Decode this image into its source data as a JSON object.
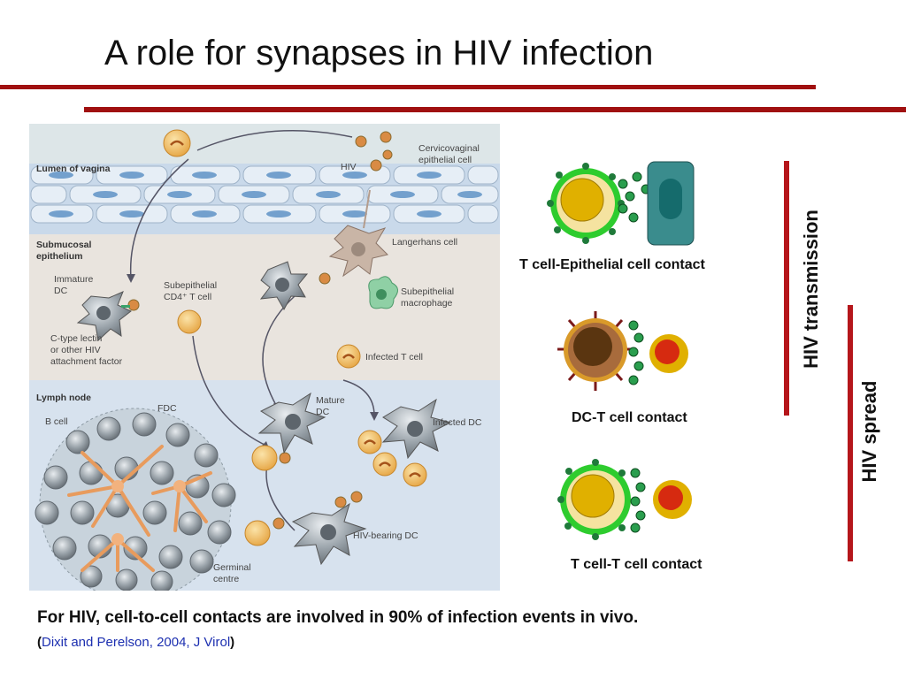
{
  "title": "A role for synapses in HIV infection",
  "diagram": {
    "regions": {
      "lumen": "Lumen of vagina",
      "submucosal_line1": "Submucosal",
      "submucosal_line2": "epithelium",
      "lymph": "Lymph node"
    },
    "labels": {
      "hiv": "HIV",
      "cervico_line1": "Cervicovaginal",
      "cervico_line2": "epithelial cell",
      "langerhans": "Langerhans cell",
      "immature_line1": "Immature",
      "immature_line2": "DC",
      "subepi_t_line1": "Subepithelial",
      "subepi_t_line2": "CD4⁺ T cell",
      "subepi_mac_line1": "Subepithelial",
      "subepi_mac_line2": "macrophage",
      "lectin_line1": "C-type lectin",
      "lectin_line2": "or other HIV",
      "lectin_line3": "attachment factor",
      "infected_t": "Infected T cell",
      "fdc": "FDC",
      "bcell": "B cell",
      "mature_line1": "Mature",
      "mature_line2": "DC",
      "infected_dc": "Infected DC",
      "hiv_bearing": "HIV-bearing DC",
      "germinal_line1": "Germinal",
      "germinal_line2": "centre"
    }
  },
  "contacts": [
    {
      "label": "T cell-Epithelial cell contact"
    },
    {
      "label": "DC-T cell contact"
    },
    {
      "label": "T cell-T cell contact"
    }
  ],
  "bars": {
    "transmission": "HIV transmission",
    "spread": "HIV spread"
  },
  "caption": "For HIV, cell-to-cell contacts are involved in 90% of infection events in vivo.",
  "citation": {
    "open": "(",
    "ref": "Dixit and Perelson, 2004, J Virol",
    "close": ")"
  },
  "colors": {
    "accent_red": "#b5161b",
    "title_rule": "#a01010",
    "citation_blue": "#1c2fb0",
    "t_cell_yellow": "#e8b800",
    "membrane_green": "#2ecc2e",
    "epithelial_teal": "#2f7f80"
  }
}
